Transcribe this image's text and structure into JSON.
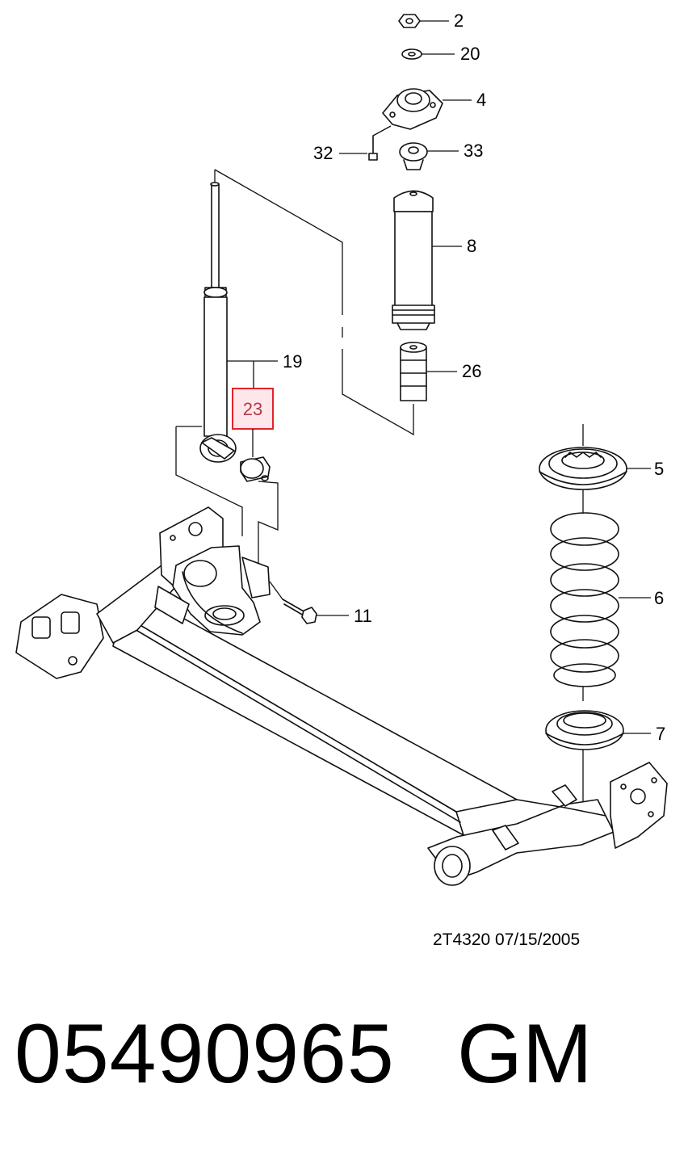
{
  "callouts": {
    "c2": "2",
    "c20": "20",
    "c4": "4",
    "c32": "32",
    "c33": "33",
    "c8": "8",
    "c19": "19",
    "c23": "23",
    "c26": "26",
    "c5": "5",
    "c6": "6",
    "c11": "11",
    "c7": "7"
  },
  "highlighted_callout": "23",
  "colors": {
    "highlight_border": "#e0242c",
    "highlight_fill": "#ffe6ea",
    "line": "#111111"
  },
  "footer": {
    "drawing_ref": "2T4320  07/15/2005"
  },
  "caption": {
    "part_number": "05490965",
    "brand": "GM"
  }
}
